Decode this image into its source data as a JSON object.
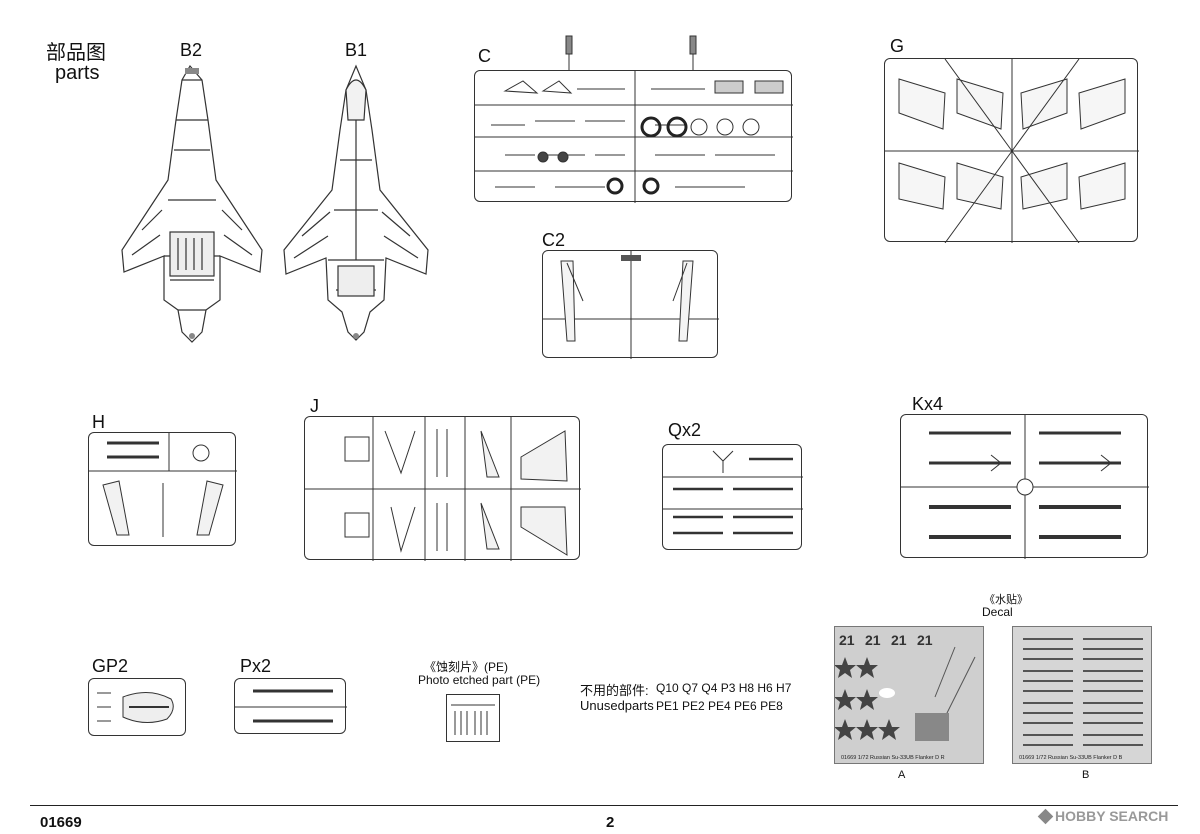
{
  "header": {
    "title_cn": "部品图",
    "title_en": "parts"
  },
  "sprues": {
    "b2": "B2",
    "b1": "B1",
    "c": "C",
    "c2": "C2",
    "g": "G",
    "h": "H",
    "j": "J",
    "q": "Qx2",
    "k": "Kx4",
    "gp": "GP2",
    "p": "Px2"
  },
  "pe": {
    "label_cn": "《蚀刻片》(PE)",
    "label_en": "Photo etched part (PE)"
  },
  "unused": {
    "label_cn": "不用的部件:",
    "list1": "Q10 Q7 Q4 P3 H8 H6 H7",
    "label_en": "Unusedparts",
    "list2": "PE1 PE2 PE4 PE6 PE8"
  },
  "decal": {
    "title_cn": "《水贴》",
    "title_en": "Decal",
    "sheet_a": "A",
    "sheet_b": "B",
    "numbers": [
      "21",
      "21",
      "21",
      "21"
    ],
    "caption_a": "01669 1/72 Russian Su-33UB Flanker D R",
    "caption_b": "01669 1/72 Russian Su-33UB Flanker D B"
  },
  "footer": {
    "code": "01669",
    "page": "2",
    "watermark": "HOBBY SEARCH"
  }
}
